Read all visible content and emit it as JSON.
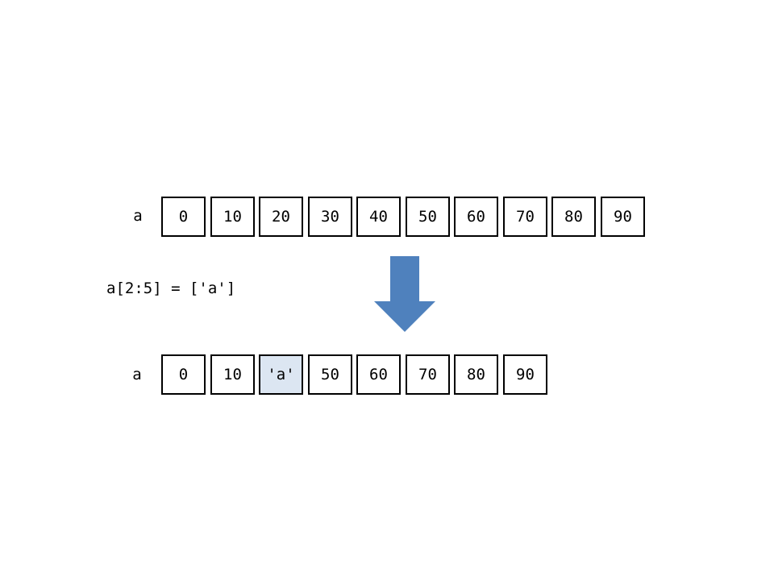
{
  "before": {
    "label": "a",
    "cells": [
      "0",
      "10",
      "20",
      "30",
      "40",
      "50",
      "60",
      "70",
      "80",
      "90"
    ]
  },
  "operation": {
    "code": "a[2:5] = ['a']"
  },
  "after": {
    "label": "a",
    "cells": [
      "0",
      "10",
      "'a'",
      "50",
      "60",
      "70",
      "80",
      "90"
    ],
    "highlight_index": 2
  },
  "colors": {
    "arrow": "#4f81bd",
    "highlight": "#dce6f2",
    "border": "#000000"
  },
  "icons": {
    "arrow": "down-arrow-icon"
  }
}
